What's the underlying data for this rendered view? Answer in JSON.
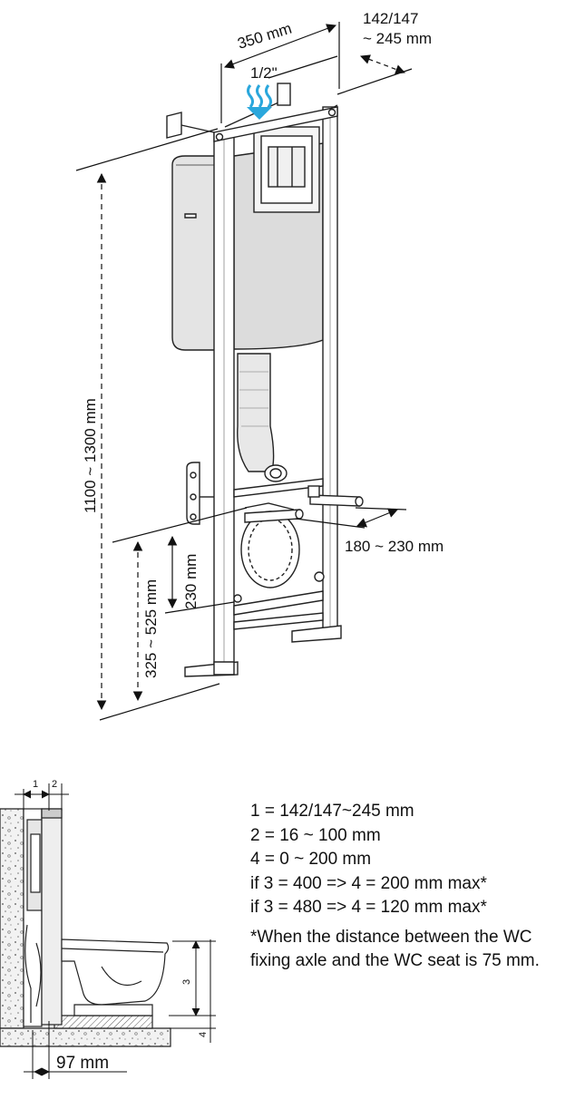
{
  "top_diagram": {
    "width_label": "350 mm",
    "depth_label_line1": "142/147",
    "depth_label_line2": "~ 245 mm",
    "inlet_label": "1/2\"",
    "height_label": "1100 ~ 1300 mm",
    "outlet_height_label": "325 ~ 525 mm",
    "axle_height_label": "230 mm",
    "axle_spacing_label": "180 ~ 230 mm",
    "arrow_color": "#2aa7dc"
  },
  "side_diagram": {
    "mark_1": "1",
    "mark_2": "2",
    "mark_3": "3",
    "mark_4": "4",
    "bottom_label": "97 mm"
  },
  "legend": {
    "lines": [
      "1 = 142/147~245 mm",
      "2 = 16 ~ 100 mm",
      "4 = 0 ~ 200 mm",
      "if 3 = 400 => 4 = 200 mm max*",
      "if 3 = 480 => 4 = 120 mm max*"
    ],
    "note": "*When the distance between the WC fixing axle and the WC seat is 75 mm."
  }
}
